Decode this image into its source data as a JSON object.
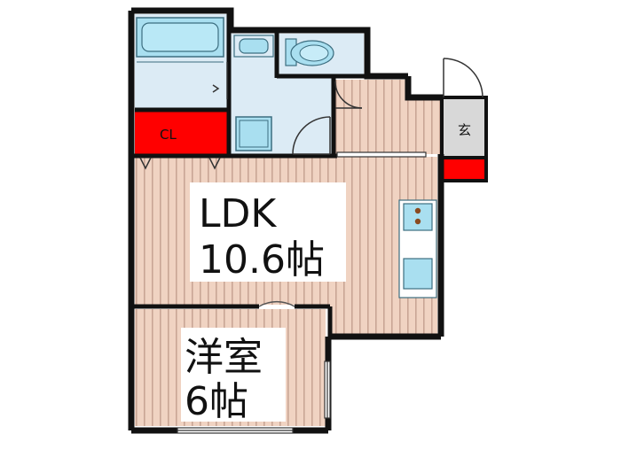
{
  "rooms": {
    "ldk": {
      "name": "LDK",
      "size": "10.6帖"
    },
    "western": {
      "name": "洋室",
      "size": "6帖"
    },
    "closet": {
      "label": "CL"
    },
    "entrance": {
      "label": "玄"
    }
  },
  "colors": {
    "wall": "#111111",
    "floor_wood": "#f0d3c2",
    "floor_stripe": "#c9a595",
    "wet_area": "#dcebf5",
    "fixture_fill": "#a9dff0",
    "fixture_stroke": "#3c6e80",
    "storage_red": "#ff0000",
    "entrance_gray": "#d8d8d8"
  },
  "icons": {
    "bathtub": "bathtub-icon",
    "toilet": "toilet-icon",
    "washbasin": "washbasin-icon",
    "washing_machine": "washing-machine-icon",
    "stove": "stove-icon",
    "sink": "sink-icon"
  }
}
